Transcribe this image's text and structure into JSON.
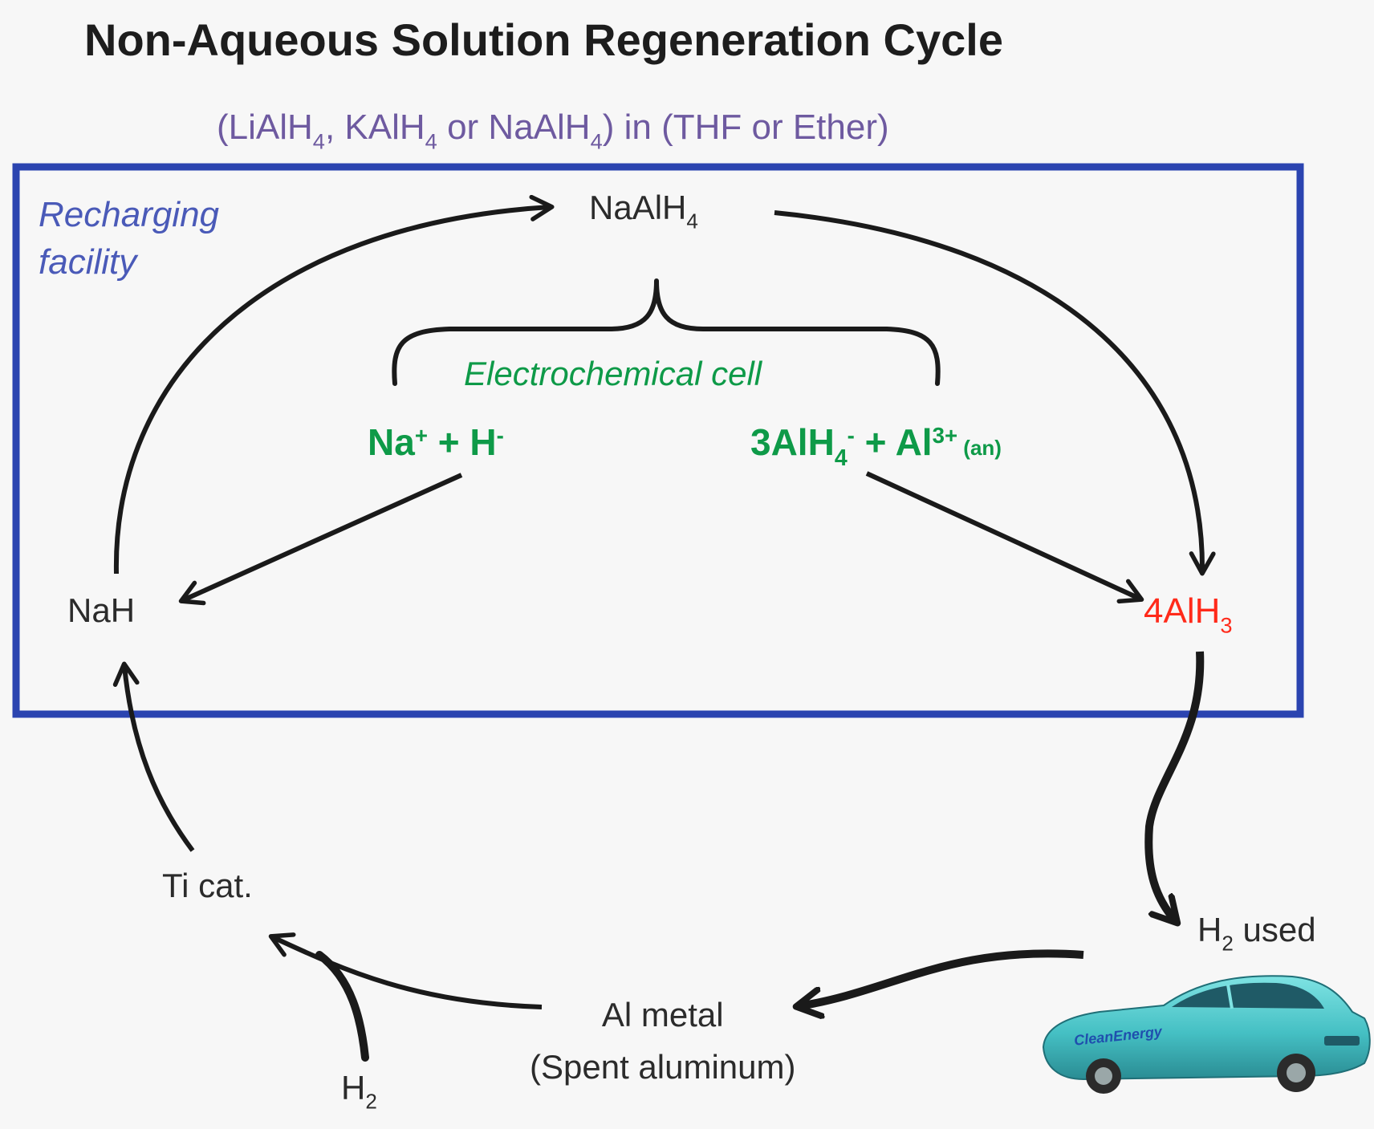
{
  "title": "Non-Aqueous Solution Regeneration Cycle",
  "subtitle": {
    "p1": "(LiAlH",
    "s1": "4",
    "p2": ", KAlH",
    "s2": "4",
    "p3": " or NaAlH",
    "s3": "4",
    "p4": ") in (THF or Ether)"
  },
  "facility": {
    "line1": "Recharging",
    "line2": "facility"
  },
  "nodes": {
    "naalh4": {
      "base": "NaAlH",
      "sub": "4"
    },
    "nah": "NaH",
    "alh3": {
      "base": "4AlH",
      "sub": "3"
    },
    "ticat": "Ti cat.",
    "al_metal": {
      "line1": "Al metal",
      "line2": "(Spent aluminum)"
    },
    "h2": {
      "base": "H",
      "sub": "2"
    },
    "h2_used": {
      "base": "H",
      "sub": "2",
      "rest": " used"
    }
  },
  "cell": {
    "label": "Electrochemical cell",
    "left": {
      "na": "Na",
      "na_sup": "+",
      "plus": " + H",
      "h_sup": "-"
    },
    "right": {
      "p1": "3AlH",
      "sub": "4",
      "sup": "-",
      "p2": " + Al",
      "sup2": "3+",
      "an": " (an)"
    }
  },
  "car": {
    "text": "CleanEnergy"
  },
  "colors": {
    "box": "#2b44b0",
    "green": "#0e9a48",
    "red": "#ff2a1a",
    "purple": "#6e5aa0",
    "arrow": "#1a1a1a",
    "car_body": "#4bc6c9"
  }
}
